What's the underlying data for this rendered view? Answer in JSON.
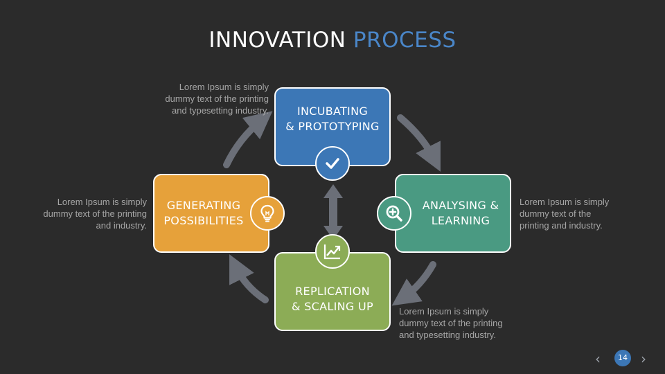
{
  "title": {
    "main": "INNOVATION",
    "accent": "PROCESS"
  },
  "colors": {
    "background": "#2b2b2b",
    "accent": "#4a86c8",
    "blue": "#3c77b6",
    "green": "#4a9a82",
    "orange": "#e6a13a",
    "lime": "#8cac56",
    "arrow": "#6b6f78"
  },
  "steps": {
    "incubating": {
      "line1": "INCUBATING",
      "line2": "& PROTOTYPING",
      "icon": "check-icon"
    },
    "analysing": {
      "line1": "ANALYSING &",
      "line2": "LEARNING",
      "icon": "magnifier-plus-icon"
    },
    "generating": {
      "line1": "GENERATING",
      "line2": "POSSIBILITIES",
      "icon": "lightbulb-icon"
    },
    "replication": {
      "line1": "REPLICATION",
      "line2": "& SCALING UP",
      "icon": "chart-trend-icon"
    }
  },
  "descriptions": {
    "top_left": [
      "Lorem Ipsum is simply",
      "dummy text of the printing",
      "and typesetting industry."
    ],
    "left": [
      "Lorem Ipsum is simply",
      "dummy text of the printing",
      "and industry."
    ],
    "right": [
      "Lorem Ipsum is simply",
      "dummy text of the",
      "printing and industry."
    ],
    "bottom_right": [
      "Lorem Ipsum is simply",
      "dummy text of the printing",
      "and typesetting industry."
    ]
  },
  "pagination": {
    "page": "14",
    "prev_icon": "chevron-left-icon",
    "next_icon": "chevron-right-icon"
  }
}
